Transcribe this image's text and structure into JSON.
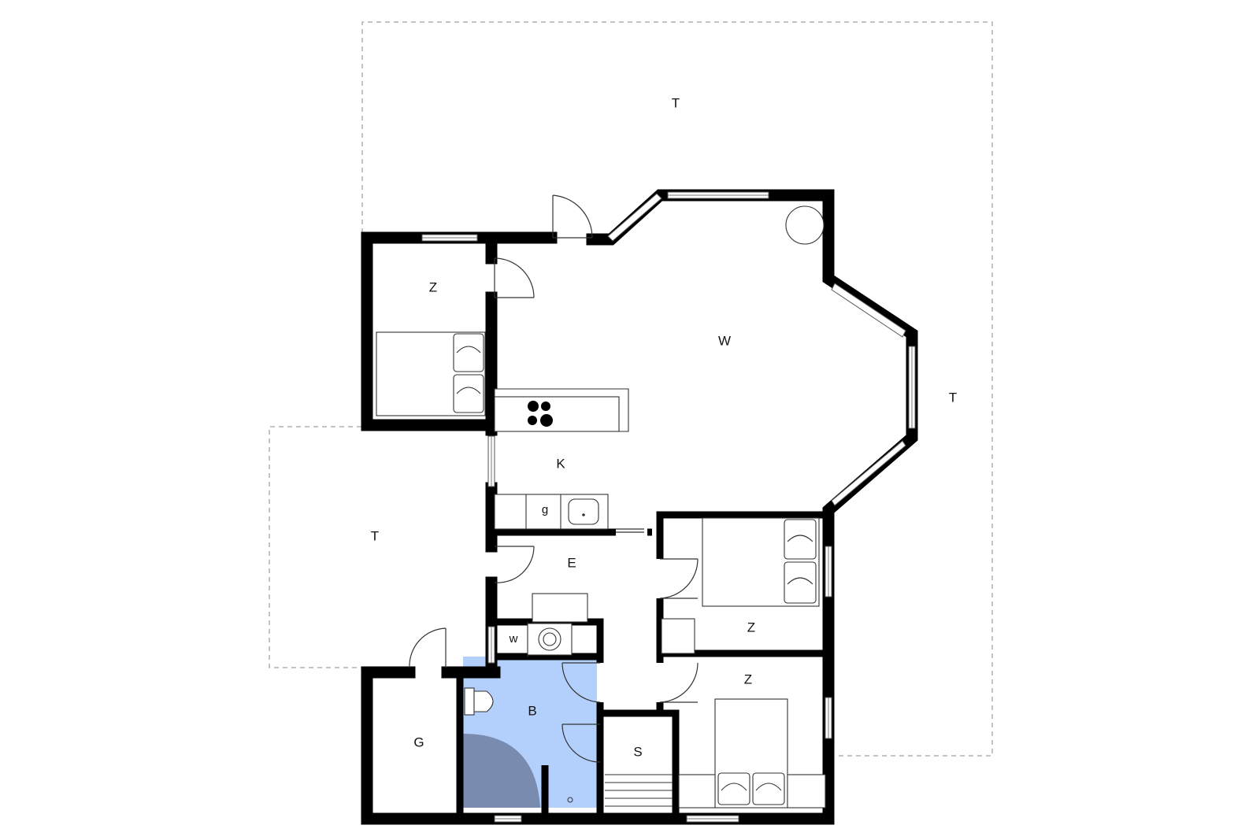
{
  "plan": {
    "rooms": [
      {
        "id": "terrace-top",
        "label": "T"
      },
      {
        "id": "terrace-right",
        "label": "T"
      },
      {
        "id": "terrace-left",
        "label": "T"
      },
      {
        "id": "living-room",
        "label": "W"
      },
      {
        "id": "kitchen",
        "label": "K"
      },
      {
        "id": "bedroom-northwest",
        "label": "Z"
      },
      {
        "id": "entrance",
        "label": "E"
      },
      {
        "id": "bedroom-east",
        "label": "Z"
      },
      {
        "id": "bedroom-southeast",
        "label": "Z"
      },
      {
        "id": "bathroom",
        "label": "B"
      },
      {
        "id": "storage",
        "label": "S"
      },
      {
        "id": "garage",
        "label": "G"
      }
    ],
    "fixtures": [
      {
        "id": "dishwasher",
        "label": "g"
      },
      {
        "id": "washing-machine",
        "label": "w"
      }
    ],
    "colors": {
      "wall": "#000000",
      "bathroom_floor": "#b3cffc",
      "shower": "#7a8bb0",
      "terrace_line": "#888888",
      "background": "#ffffff"
    }
  }
}
